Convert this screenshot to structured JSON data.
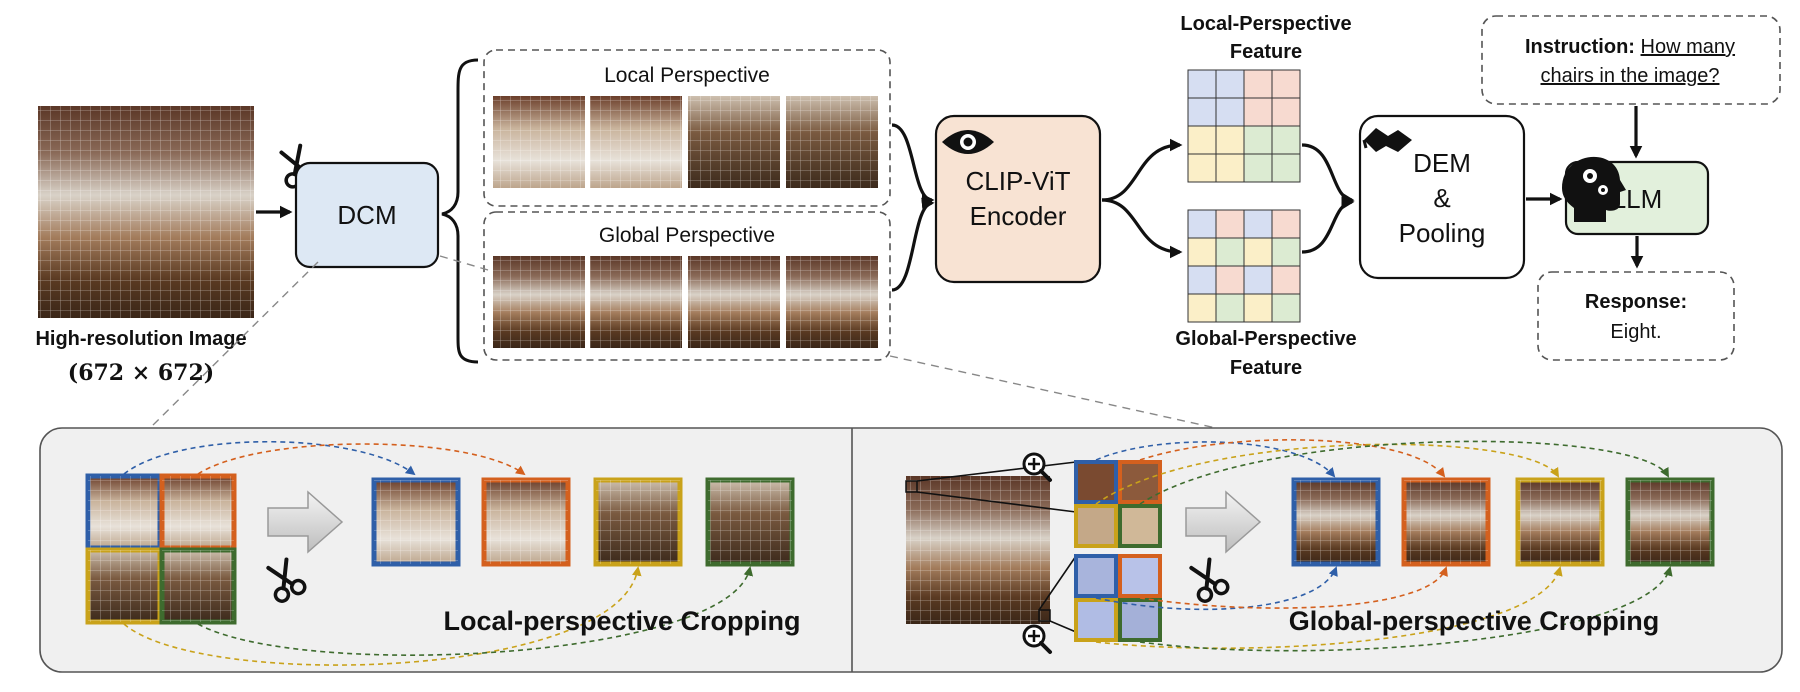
{
  "hr_image": {
    "label": "High-resolution Image",
    "size_label": "(672 × 672)"
  },
  "dcm": {
    "label": "DCM"
  },
  "views": {
    "local_label": "Local Perspective",
    "global_label": "Global Perspective"
  },
  "encoder": {
    "line1": "CLIP-ViT",
    "line2": "Encoder"
  },
  "features": {
    "local_line1": "Local-Perspective",
    "local_line2": "Feature",
    "global_line1": "Global-Perspective",
    "global_line2": "Feature"
  },
  "dem": {
    "line1": "DEM",
    "line2": "&",
    "line3": "Pooling"
  },
  "llm": {
    "label": "LLM"
  },
  "instruction": {
    "prefix": "Instruction:",
    "line1": "How many",
    "line2": "chairs in the image?"
  },
  "response": {
    "prefix": "Response:",
    "text": "Eight."
  },
  "bottom": {
    "local_title": "Local-perspective Cropping",
    "global_title": "Global-perspective Cropping"
  },
  "colors": {
    "blue": "#2f5fa8",
    "orange": "#d4601e",
    "yellow": "#c9a21a",
    "green": "#3e6b2e",
    "dcm_fill": "#dde8f4",
    "encoder_fill": "#f8e3d3",
    "llm_fill": "#e2f0dc",
    "panel_fill": "#f0f0f0"
  }
}
